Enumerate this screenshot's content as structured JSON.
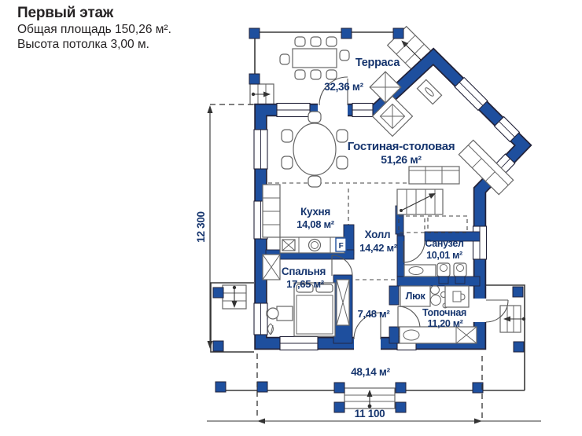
{
  "header": {
    "title": "Первый этаж",
    "area_line": "Общая площадь 150,26 м².",
    "height_line": "Высота потолка 3,00 м."
  },
  "rooms": {
    "terrace": {
      "name": "Терраса",
      "area": "32,36 м²"
    },
    "living": {
      "name": "Гостиная-столовая",
      "area": "51,26 м²"
    },
    "kitchen": {
      "name": "Кухня",
      "area": "14,08 м²"
    },
    "hall": {
      "name": "Холл",
      "area": "14,42 м²"
    },
    "bathroom": {
      "name": "Санузел",
      "area": "10,01 м²"
    },
    "bedroom": {
      "name": "Спальня",
      "area": "17,65 м²"
    },
    "corridor": {
      "area": "7,48 м²"
    },
    "boiler": {
      "name": "Топочная",
      "area": "11,20 м²"
    },
    "hatch": {
      "name": "Люк"
    },
    "veranda": {
      "area": "48,14 м²"
    }
  },
  "dimensions": {
    "width": "11 100",
    "height": "12 300"
  },
  "annotations": {
    "fridge": "F"
  },
  "colors": {
    "wall_blue": "#1e4f9e",
    "label_navy": "#16356e",
    "outline": "#23233a"
  }
}
